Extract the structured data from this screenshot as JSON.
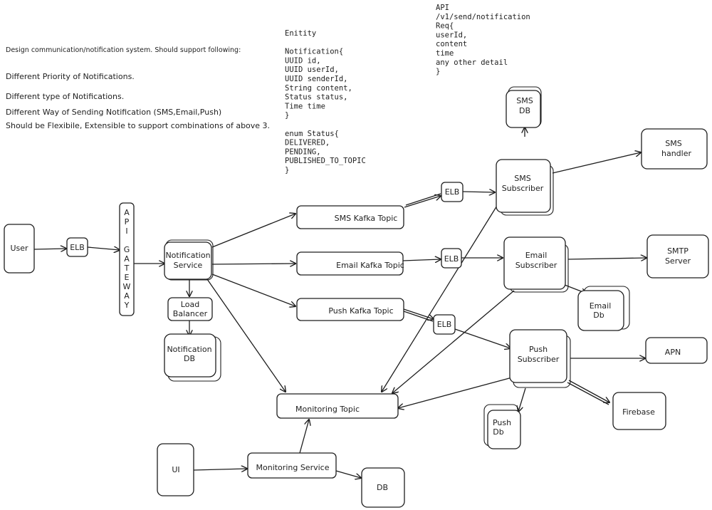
{
  "requirements": {
    "title": "Design communication/notification system. Should support following:",
    "items": [
      "Different Priority of Notifications.",
      "Different type of Notifications.",
      "Different Way of Sending Notification (SMS,Email,Push)",
      "Should be Flexibile, Extensible to support combinations of above 3."
    ]
  },
  "entity_note": [
    "Enitity",
    "",
    "Notification{",
    "    UUID id,",
    "    UUID userId,",
    "    UUID senderId,",
    "    String content,",
    "    Status status,",
    "    Time time",
    "}",
    "",
    "enum Status{",
    "    DELIVERED,",
    "    PENDING,",
    "    PUBLISHED_TO_TOPIC",
    "}"
  ],
  "api_note": [
    "API",
    "/v1/send/notification",
    "Req{",
    "    userId,",
    "    content",
    "    time",
    "    any other detail",
    "}"
  ],
  "nodes": {
    "user": "User",
    "elb_user": "ELB",
    "api_gateway": "API GATEWAY",
    "notification_service": [
      "Notification",
      "Service"
    ],
    "load_balancer": [
      "Load",
      "Balancer"
    ],
    "notification_db": [
      "Notification",
      "DB"
    ],
    "sms_topic": "SMS Kafka Topic",
    "email_topic": "Email Kafka Topic",
    "push_topic": "Push Kafka Topic",
    "elb_sms": "ELB",
    "elb_email": "ELB",
    "elb_push": "ELB",
    "sms_subscriber": [
      "SMS",
      "Subscriber"
    ],
    "sms_db": [
      "SMS",
      "DB"
    ],
    "sms_handler": [
      "SMS",
      "handler"
    ],
    "email_subscriber": [
      "Email",
      "Subscriber"
    ],
    "smtp_server": [
      "SMTP",
      "Server"
    ],
    "email_db": [
      "Email",
      "Db"
    ],
    "push_subscriber": [
      "Push",
      "Subscriber"
    ],
    "apn": "APN",
    "firebase": "Firebase",
    "push_db": [
      "Push",
      "Db"
    ],
    "monitoring_topic": "Monitoring Topic",
    "ui": "UI",
    "monitoring_service": "Monitoring Service",
    "db": "DB"
  }
}
